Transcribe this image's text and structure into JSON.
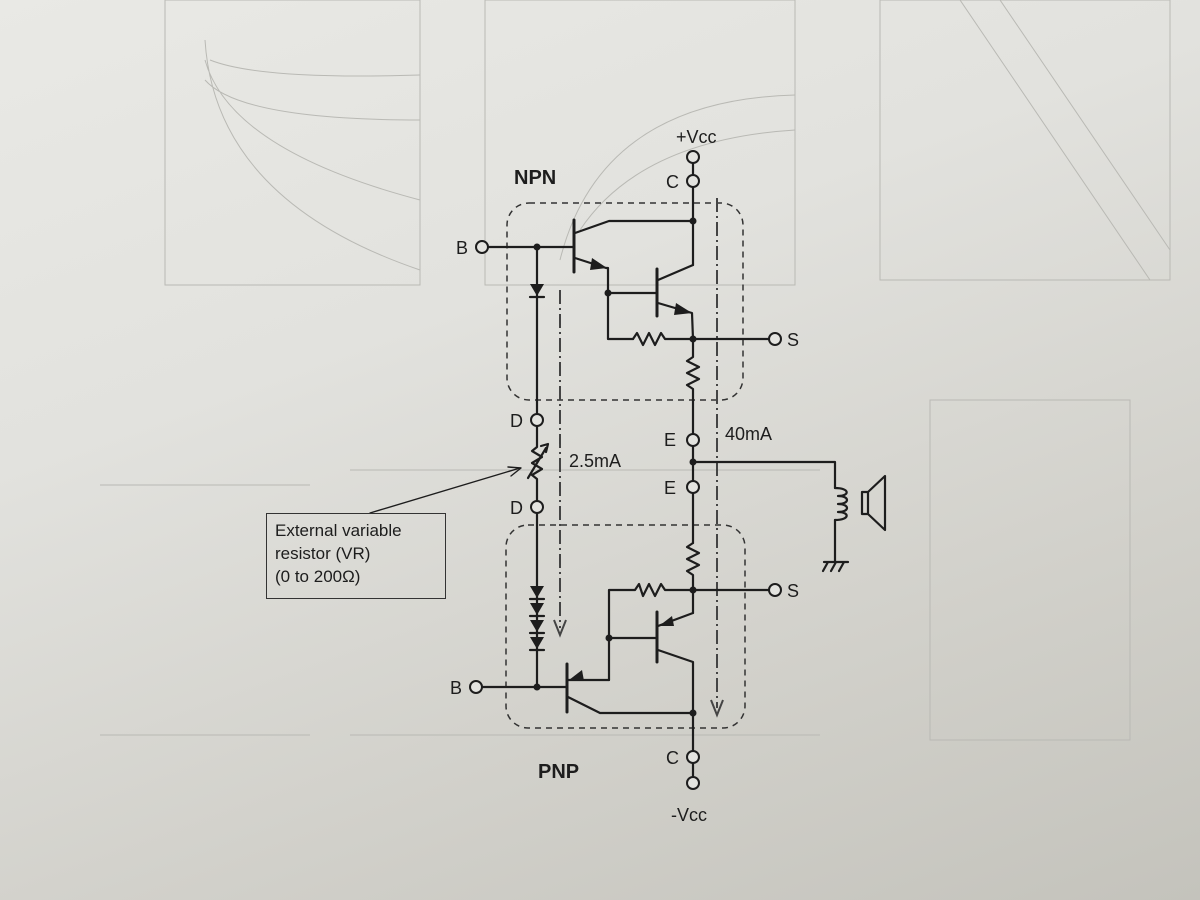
{
  "diagram": {
    "npn_label": "NPN",
    "pnp_label": "PNP",
    "vcc_pos": "+Vcc",
    "vcc_neg": "-Vcc",
    "terminals": {
      "c_top": "C",
      "b_top": "B",
      "s_top": "S",
      "d_top": "D",
      "e_top": "E",
      "e_bottom": "E",
      "d_bottom": "D",
      "s_bottom": "S",
      "b_bottom": "B",
      "c_bottom": "C"
    },
    "current_bias": "2.5mA",
    "current_idle": "40mA",
    "callout": {
      "line1": "External variable",
      "line2": "resistor (VR)",
      "line3": "(0 to 200Ω)"
    }
  }
}
